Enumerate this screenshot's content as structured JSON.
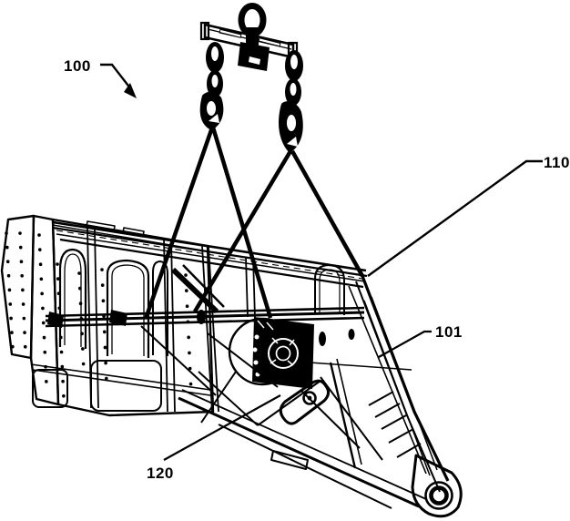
{
  "figure": {
    "ink_color": "#000000",
    "background_color": "#ffffff",
    "reference_labels": [
      {
        "text": "100"
      },
      {
        "text": "110"
      },
      {
        "text": "101"
      },
      {
        "text": "120"
      }
    ]
  }
}
